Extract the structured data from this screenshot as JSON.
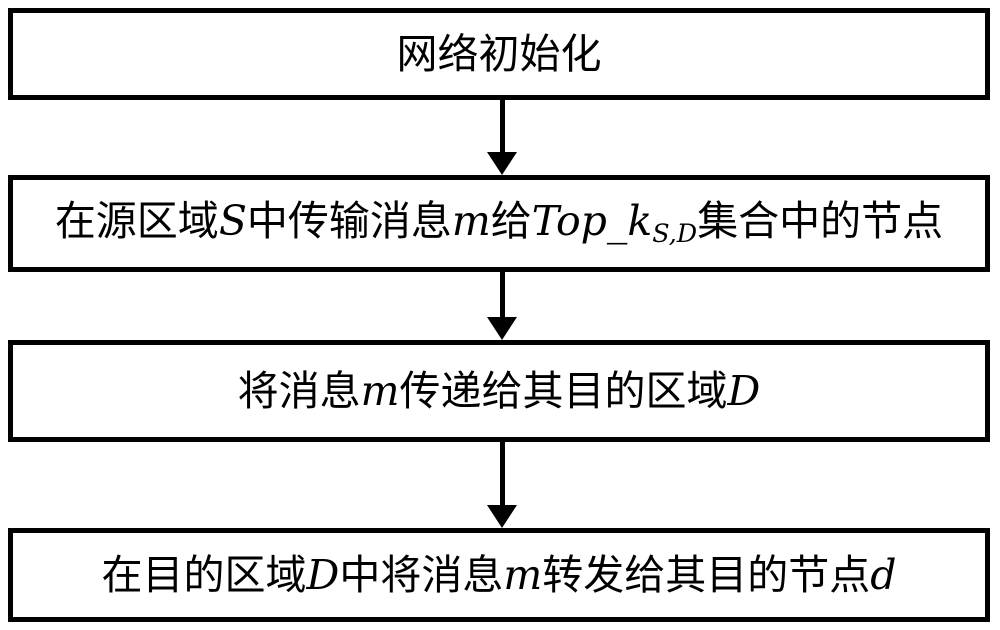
{
  "diagram": {
    "type": "flowchart",
    "orientation": "vertical",
    "title": "",
    "colors": {
      "border": "#000000",
      "fill": "#ffffff",
      "text": "#000000",
      "arrow": "#000000"
    },
    "steps": [
      {
        "id": "step-1",
        "index": 1,
        "text": "网络初始化",
        "text_plain": "网络初始化",
        "translation": "Network initialization",
        "variables": []
      },
      {
        "id": "step-2",
        "index": 2,
        "text": "在源区域S中传输消息m给Top_kS,D集合中的节点",
        "text_plain": "在源区域S中传输消息m给Top_k_{S,D}集合中的节点",
        "translation": "Transmit message m to the nodes in the Top_k(S,D) set within source region S",
        "variables": [
          "S",
          "m",
          "Top_k",
          "S,D"
        ],
        "parts": {
          "p1": "在源区域",
          "v1": "S",
          "p2": "中传输消息",
          "v2": "m",
          "p3": "给",
          "v3": "Top_k",
          "sub1": "S,D",
          "p4": "集合中的节点"
        }
      },
      {
        "id": "step-3",
        "index": 3,
        "text": "将消息m传递给其目的区域D",
        "text_plain": "将消息m传递给其目的区域D",
        "translation": "Deliver message m to its destination region D",
        "variables": [
          "m",
          "D"
        ],
        "parts": {
          "p1": "将消息",
          "v1": "m",
          "p2": "传递给其目的区域",
          "v2": "D"
        }
      },
      {
        "id": "step-4",
        "index": 4,
        "text": "在目的区域D中将消息m转发给其目的节点d",
        "text_plain": "在目的区域D中将消息m转发给其目的节点d",
        "translation": "Forward message m to its destination node d within destination region D",
        "variables": [
          "D",
          "m",
          "d"
        ],
        "parts": {
          "p1": "在目的区域",
          "v1": "D",
          "p2": "中将消息",
          "v2": "m",
          "p3": "转发给其目的节点",
          "v3": "d"
        }
      }
    ],
    "connectors": [
      {
        "id": "arrow-1",
        "from": "step-1",
        "to": "step-2",
        "style": "solid-arrow-down",
        "label": ""
      },
      {
        "id": "arrow-2",
        "from": "step-2",
        "to": "step-3",
        "style": "solid-arrow-down",
        "label": ""
      },
      {
        "id": "arrow-3",
        "from": "step-3",
        "to": "step-4",
        "style": "solid-arrow-down",
        "label": ""
      }
    ]
  }
}
